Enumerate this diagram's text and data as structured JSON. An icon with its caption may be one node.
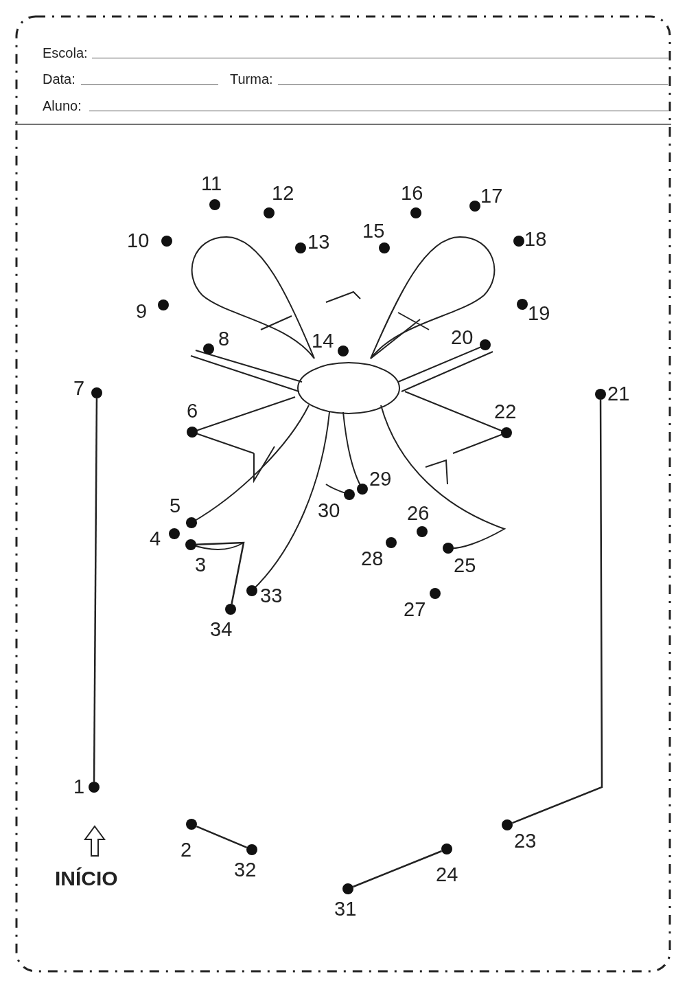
{
  "diagram": {
    "nodes": [
      {
        "text": [
          "1"
        ]
      },
      {
        "text": [
          "2"
        ]
      },
      {
        "text": [
          "3"
        ]
      },
      {
        "text": [
          "4"
        ]
      },
      {
        "text": [
          "5"
        ]
      },
      {
        "text": [
          "6"
        ]
      },
      {
        "text": [
          "7"
        ]
      },
      {
        "text": [
          "8"
        ]
      },
      {
        "text": [
          "9"
        ]
      },
      {
        "text": [
          "10"
        ]
      },
      {
        "text": [
          "11"
        ]
      },
      {
        "text": [
          "12"
        ]
      },
      {
        "text": [
          "13"
        ]
      },
      {
        "text": [
          "14"
        ]
      },
      {
        "text": [
          "15"
        ]
      },
      {
        "text": [
          "16"
        ]
      },
      {
        "text": [
          "17"
        ]
      },
      {
        "text": [
          "18"
        ]
      },
      {
        "text": [
          "19"
        ]
      },
      {
        "text": [
          "20"
        ]
      },
      {
        "text": [
          "21"
        ]
      },
      {
        "text": [
          "22"
        ]
      },
      {
        "text": [
          "23"
        ]
      },
      {
        "text": [
          "24"
        ]
      },
      {
        "text": [
          "25"
        ]
      },
      {
        "text": [
          "26"
        ]
      },
      {
        "text": [
          "27"
        ]
      },
      {
        "text": [
          "28"
        ]
      },
      {
        "text": [
          "29"
        ]
      },
      {
        "text": [
          "30"
        ]
      },
      {
        "text": [
          "31"
        ]
      },
      {
        "text": [
          "32"
        ]
      },
      {
        "text": [
          "33"
        ]
      },
      {
        "text": [
          "34"
        ]
      }
    ],
    "edges": [
      {
        "from": 6,
        "to": 0,
        "arrow": "none"
      },
      {
        "from": 1,
        "to": 31,
        "arrow": "none"
      },
      {
        "from": 30,
        "to": 23,
        "arrow": "none"
      },
      {
        "from": 20,
        "to": 22,
        "arrow": "none"
      },
      {
        "from": 2,
        "to": 33,
        "arrow": "none"
      }
    ],
    "labels": [
      "Escola:",
      "Data:",
      "Turma:",
      "Aluno:",
      "INÍCIO"
    ]
  }
}
